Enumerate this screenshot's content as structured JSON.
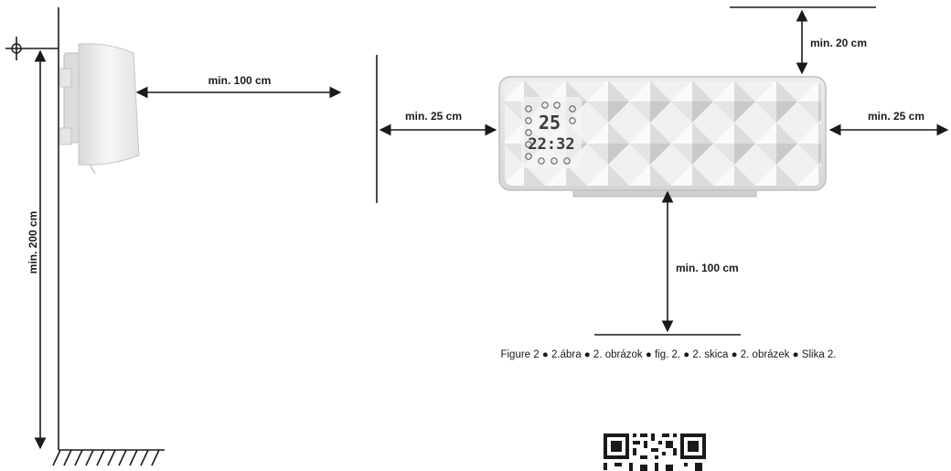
{
  "side_view": {
    "dim_front": "min. 100 cm",
    "dim_height": "min. 200 cm"
  },
  "front_view": {
    "dim_left": "min. 25 cm",
    "dim_top": "min. 20 cm",
    "dim_right": "min. 25 cm",
    "dim_bottom": "min. 100 cm",
    "display_temp": "25",
    "display_time": "22:32"
  },
  "caption": "Figure 2 ● 2.ábra ● 2. obrázok ● fig. 2. ● 2. skica ● 2. obrázek ● Slika 2."
}
